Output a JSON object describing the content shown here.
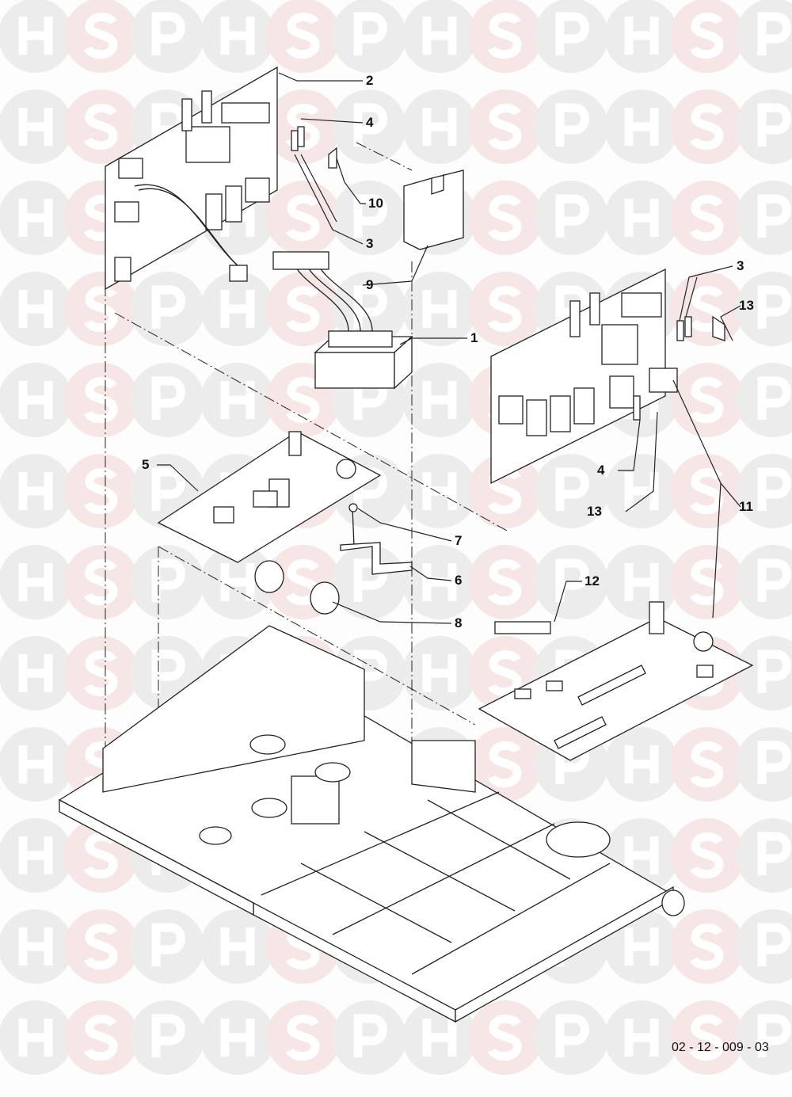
{
  "watermark": {
    "letters": [
      "H",
      "S",
      "P"
    ],
    "colors": {
      "H": "#ececec",
      "S": "#f6e6e6",
      "P": "#ececec"
    }
  },
  "callouts": [
    {
      "id": "c2",
      "label": "2"
    },
    {
      "id": "c4a",
      "label": "4"
    },
    {
      "id": "c10",
      "label": "10"
    },
    {
      "id": "c3a",
      "label": "3"
    },
    {
      "id": "c9",
      "label": "9"
    },
    {
      "id": "c1",
      "label": "1"
    },
    {
      "id": "c3b",
      "label": "3"
    },
    {
      "id": "c13a",
      "label": "13"
    },
    {
      "id": "c4b",
      "label": "4"
    },
    {
      "id": "c13b",
      "label": "13"
    },
    {
      "id": "c11",
      "label": "11"
    },
    {
      "id": "c5",
      "label": "5"
    },
    {
      "id": "c7",
      "label": "7"
    },
    {
      "id": "c6",
      "label": "6"
    },
    {
      "id": "c8",
      "label": "8"
    },
    {
      "id": "c12",
      "label": "12"
    }
  ],
  "drawing_ref": "02 - 12 - 009 - 03"
}
